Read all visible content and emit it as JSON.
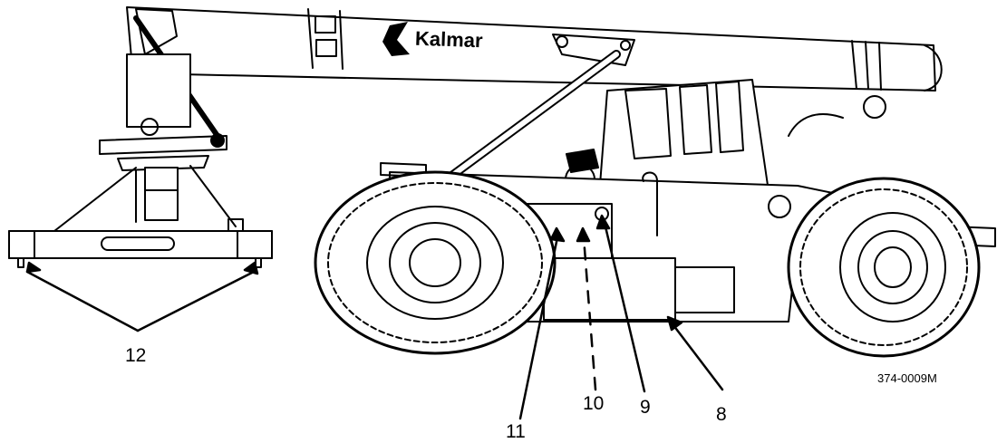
{
  "figure": {
    "brand": "Kalmar",
    "figure_id": "374-0009M",
    "callouts": [
      "12",
      "11",
      "10",
      "9",
      "8"
    ]
  }
}
